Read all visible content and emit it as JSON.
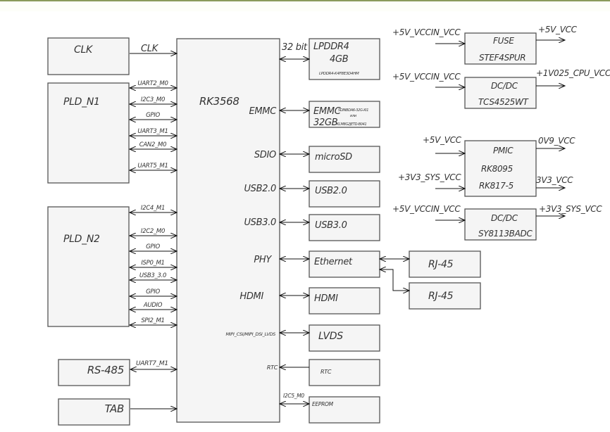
{
  "diagram": {
    "type": "block-diagram",
    "central_chip": {
      "label": "RK3568",
      "right_interfaces": [
        "EMMC",
        "SDIO",
        "USB2.0",
        "USB3.0",
        "PHY",
        "HDMI",
        "MIPI_CSI/MIPI_DSI_LVDS",
        "RTC"
      ]
    },
    "left_blocks": {
      "clk": {
        "label": "CLK",
        "signal": "CLK"
      },
      "pld_n1": {
        "label": "PLD_N1",
        "signals": [
          "UART2_M0",
          "I2C3_M0",
          "GPIO",
          "UART3_M1",
          "CAN2_M0",
          "UART5_M1"
        ]
      },
      "pld_n2": {
        "label": "PLD_N2",
        "signals": [
          "I2C4_M1",
          "I2C2_M0",
          "GPIO",
          "ISP0_M1",
          "USB3_3.0",
          "GPIO",
          "AUDIO",
          "SPI2_M1"
        ]
      },
      "rs485": {
        "label": "RS-485",
        "signal": "UART7_M1"
      },
      "tab": {
        "label": "TAB"
      }
    },
    "right_blocks": {
      "lpddr4": {
        "bus": "32 bit",
        "line1": "LPDDR4",
        "line2": "4GB",
        "part": "LPDDR4-K4F8E3D4HM"
      },
      "emmc": {
        "line1": "EMMC",
        "line2": "32GB",
        "part1": "SDINBDA6-32G-XI1",
        "or": "или",
        "part2": "KLM8G2JETD-B041"
      },
      "microsd": {
        "label": "microSD"
      },
      "usb20": {
        "label": "USB2.0"
      },
      "usb30": {
        "label": "USB3.0"
      },
      "ethernet": {
        "label": "Ethernet"
      },
      "rj45_a": {
        "label": "RJ-45"
      },
      "rj45_b": {
        "label": "RJ-45"
      },
      "hdmi": {
        "label": "HDMI"
      },
      "lvds": {
        "label": "LVDS"
      },
      "rtc": {
        "label": "RTC"
      },
      "eeprom": {
        "label": "EEPROM",
        "signal": "I2C5_M0"
      }
    },
    "power": {
      "fuse": {
        "in": "+5V_VCCIN_VCC",
        "line1": "FUSE",
        "line2": "STEF4SPUR",
        "out": "+5V_VCC"
      },
      "dcdc_cpu": {
        "in": "+5V_VCCIN_VCC",
        "line1": "DC/DC",
        "line2": "TCS4525WT",
        "out": "+1V025_CPU_VCC"
      },
      "pmic": {
        "in1": "+5V_VCC",
        "in2": "+3V3_SYS_VCC",
        "line1": "PMIC",
        "line2": "RK8095",
        "line3": "RK817-5",
        "out1": "0V9_VCC",
        "out2": "3V3_VCC"
      },
      "dcdc_sys": {
        "in": "+5V_VCCIN_VCC",
        "line1": "DC/DC",
        "line2": "SY8113BADC",
        "out": "+3V3_SYS_VCC"
      }
    }
  }
}
